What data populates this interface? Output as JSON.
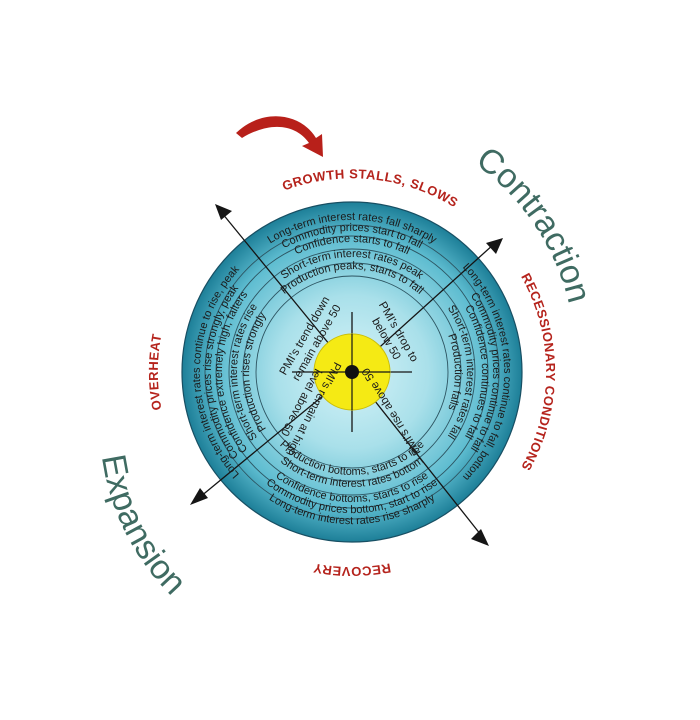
{
  "phases": {
    "top": "GROWTH STALLS, SLOWS",
    "right": "RECESSIONARY CONDITIONS",
    "bottom": "RECOVERY",
    "left": "OVERHEAT"
  },
  "big_labels": {
    "contraction": "Contraction",
    "expansion": "Expansion"
  },
  "quadrants": {
    "top": [
      "Long-term interest rates fall sharply",
      "Commodity prices start to fall",
      "Confidence starts to fall",
      "Short-term interest rates peak",
      "Production peaks, starts to fall"
    ],
    "right": [
      "Long-term interest rates continue to fall, bottom",
      "Commodity prices continue to fall",
      "Confidence continues to fall",
      "Short-term interest rates fall",
      "Production falls"
    ],
    "bottom": [
      "Long-term interest rates rise sharply",
      "Commodity prices bottom, start to rise",
      "Confidence bottoms, starts to rise",
      "Short-term interest rates bottom",
      "Production bottoms, starts to rise"
    ],
    "left": [
      "Long-term interest rates continue to rise, peak",
      "Commodity prices rise strongly, peak",
      "Confidence extremely high, falters",
      "Short-term interest rates rise",
      "Production rises strongly"
    ]
  },
  "inner": {
    "top_left": [
      "PMI's trend down",
      "remain above 50"
    ],
    "top_right": [
      "PMI's drop to",
      "below 50"
    ],
    "bottom_right": [
      "PMI's rise above 50"
    ],
    "bottom_left": [
      "PMI's remain at high",
      "level above 50"
    ]
  },
  "colors": {
    "disc_light": "#d6f3f8",
    "disc_mid": "#6fc8d8",
    "disc_dark": "#1d7f98",
    "center": "#f5ea14",
    "phase_label": "#b5231c",
    "big_label": "#3f6b62",
    "cycle_arrow": "#b8201a"
  }
}
